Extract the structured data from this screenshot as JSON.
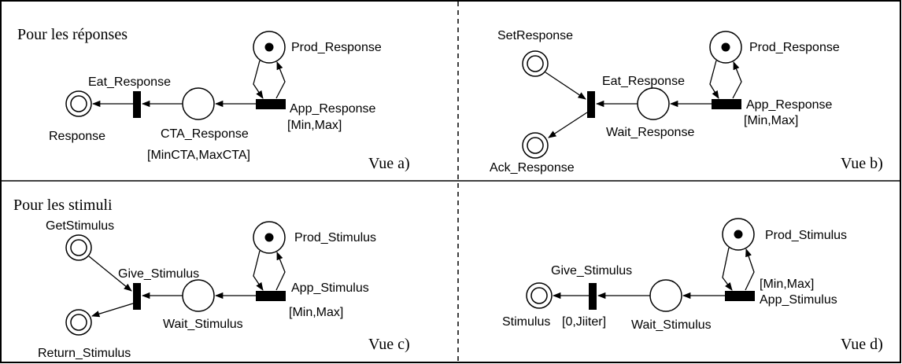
{
  "panels": {
    "a": {
      "heading": "Pour les réponses",
      "vue": "Vue a)",
      "labels": {
        "prod": "Prod_Response",
        "eat": "Eat_Response",
        "app": "App_Response",
        "app_interval": "[Min,Max]",
        "response": "Response",
        "cta": "CTA_Response",
        "cta_interval": "[MinCTA,MaxCTA]"
      }
    },
    "b": {
      "vue": "Vue b)",
      "labels": {
        "set": "SetResponse",
        "prod": "Prod_Response",
        "eat": "Eat_Response",
        "app": "App_Response",
        "app_interval": "[Min,Max]",
        "wait": "Wait_Response",
        "ack": "Ack_Response"
      }
    },
    "c": {
      "heading": "Pour les stimuli",
      "vue": "Vue c)",
      "labels": {
        "get": "GetStimulus",
        "prod": "Prod_Stimulus",
        "give": "Give_Stimulus",
        "app": "App_Stimulus",
        "wait": "Wait_Stimulus",
        "app_interval": "[Min,Max]",
        "ret": "Return_Stimulus"
      }
    },
    "d": {
      "vue": "Vue d)",
      "labels": {
        "prod": "Prod_Stimulus",
        "give": "Give_Stimulus",
        "app_interval": "[Min,Max]",
        "app": "App_Stimulus",
        "stimulus": "Stimulus",
        "give_interval": "[0,Jiiter]",
        "wait": "Wait_Stimulus"
      }
    }
  }
}
